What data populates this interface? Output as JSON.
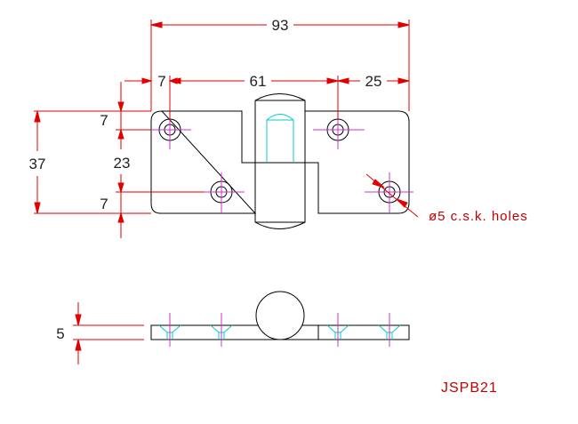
{
  "drawing": {
    "part_code": "JSPB21",
    "hole_note": "ø5 c.s.k. holes",
    "colors": {
      "outline": "#000000",
      "dimension": "#e00000",
      "centerline": "#cc33cc",
      "hidden": "#00cccc",
      "text": "#222222",
      "note": "#c00000"
    }
  },
  "dimensions": {
    "overall_width": "93",
    "edge_to_hole": "7",
    "hole_pitch": "61",
    "end_hole_offset": "25",
    "overall_height": "37",
    "top_hole_offset": "7",
    "hole_vertical_pitch": "23",
    "bottom_hole_offset": "7",
    "thickness": "5"
  }
}
